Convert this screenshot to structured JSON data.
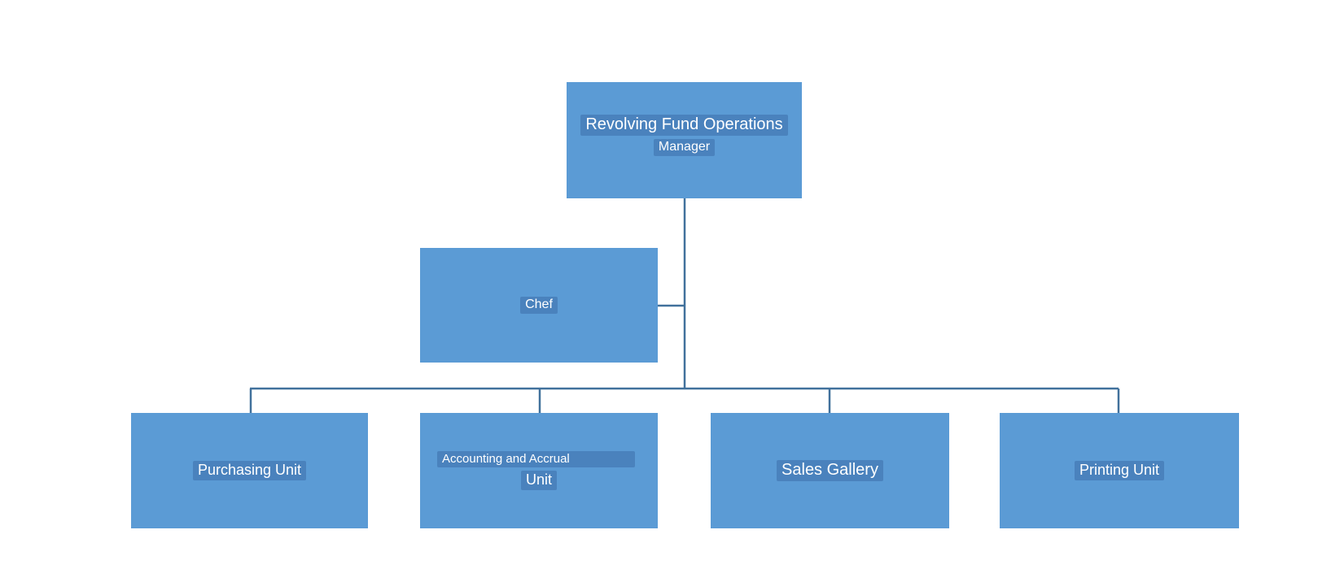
{
  "diagram": {
    "colors": {
      "node_fill": "#5b9bd5",
      "label_fill": "#4a82bd",
      "label_text": "#ffffff",
      "connector": "#41719c",
      "background": "#ffffff"
    },
    "root": {
      "lines": [
        "Revolving Fund Operations",
        "Manager"
      ]
    },
    "assistant": {
      "lines": [
        "Chef"
      ]
    },
    "units": [
      {
        "lines": [
          "Purchasing Unit"
        ]
      },
      {
        "lines": [
          "Accounting and Accrual",
          "Unit"
        ]
      },
      {
        "lines": [
          "Sales Gallery"
        ]
      },
      {
        "lines": [
          "Printing Unit"
        ]
      }
    ]
  }
}
